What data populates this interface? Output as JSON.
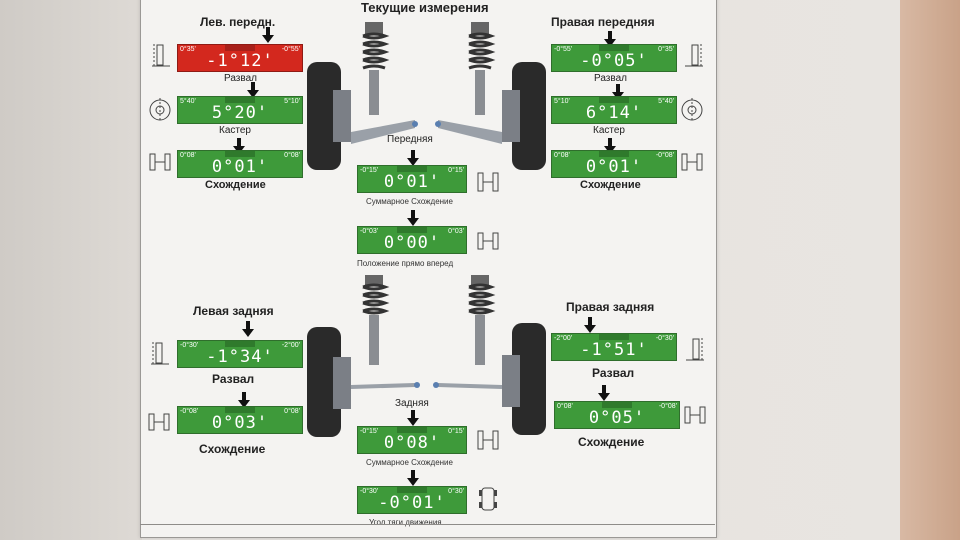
{
  "title": "Текущие измерения",
  "front": {
    "section_label": "Передняя",
    "left_title": "Лев. передн.",
    "right_title": "Правая передняя",
    "left": {
      "camber": {
        "label": "Развал",
        "min": "0°35'",
        "max": "-0°55'",
        "value": "-1°12'",
        "status": "red"
      },
      "caster": {
        "label": "Кастер",
        "min": "5°40'",
        "max": "5°10'",
        "value": "5°20'",
        "status": "green"
      },
      "toe": {
        "label": "Схождение",
        "min": "0°08'",
        "max": "0°08'",
        "value": "0°01'",
        "status": "green"
      }
    },
    "right": {
      "camber": {
        "label": "Развал",
        "min": "-0°55'",
        "max": "0°35'",
        "value": "-0°05'",
        "status": "green"
      },
      "caster": {
        "label": "Кастер",
        "min": "5°10'",
        "max": "5°40'",
        "value": "6°14'",
        "status": "green"
      },
      "toe": {
        "label": "Схождение",
        "min": "0°08'",
        "max": "-0°08'",
        "value": "0°01'",
        "status": "green"
      }
    },
    "total_toe": {
      "label": "Суммарное Схождение",
      "min": "-0°15'",
      "max": "0°15'",
      "value": "0°01'"
    },
    "straight_ahead": {
      "label": "Положение прямо вперед",
      "min": "-0°03'",
      "max": "0°03'",
      "value": "0°00'"
    }
  },
  "rear": {
    "section_label": "Задняя",
    "left_title": "Левая задняя",
    "right_title": "Правая задняя",
    "left": {
      "camber": {
        "label": "Развал",
        "min": "-0°30'",
        "max": "-2°00'",
        "value": "-1°34'",
        "status": "green"
      },
      "toe": {
        "label": "Схождение",
        "min": "-0°08'",
        "max": "0°08'",
        "value": "0°03'",
        "status": "green"
      }
    },
    "right": {
      "camber": {
        "label": "Развал",
        "min": "-2°00'",
        "max": "-0°30'",
        "value": "-1°51'",
        "status": "green"
      },
      "toe": {
        "label": "Схождение",
        "min": "0°08'",
        "max": "-0°08'",
        "value": "0°05'",
        "status": "green"
      }
    },
    "total_toe": {
      "label": "Суммарное Схождение",
      "min": "-0°15'",
      "max": "0°15'",
      "value": "0°08'"
    },
    "thrust_angle": {
      "label": "Угол тяги движения",
      "min": "-0°30'",
      "max": "0°30'",
      "value": "-0°01'"
    }
  },
  "colors": {
    "green": "#3e9a3a",
    "red": "#d3281e",
    "paper": "#f4f3f1"
  }
}
